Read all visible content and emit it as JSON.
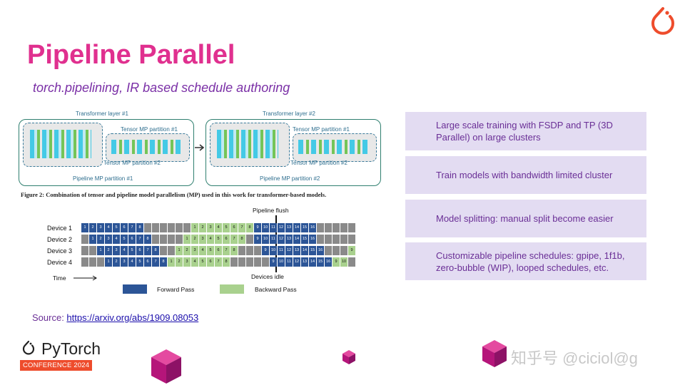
{
  "title": "Pipeline Parallel",
  "subtitle": "torch.pipelining, IR based schedule authoring",
  "bullets": [
    "Large scale training with FSDP and TP (3D Parallel) on large clusters",
    "Train models with bandwidth limited cluster",
    "Model splitting: manual split become easier",
    "Customizable pipeline schedules: gpipe, 1f1b, zero-bubble (WIP), looped schedules, etc."
  ],
  "source": {
    "label": "Source: ",
    "url_text": "https://arxiv.org/abs/1909.08053"
  },
  "figure": {
    "layer1_label": "Transformer layer #1",
    "layer2_label": "Transformer layer #2",
    "tensor_mp_1": "Tensor MP partition #1",
    "tensor_mp_2": "Tensor MP partition #2",
    "pipeline_mp_1": "Pipeline MP partition #1",
    "pipeline_mp_2": "Pipeline MP partition #2",
    "caption": "Figure 2: Combination of tensor and pipeline model parallelism (MP) used in this work for transformer-based models."
  },
  "schedule": {
    "pipeline_flush": "Pipeline flush",
    "devices_idle": "Devices idle",
    "time_label": "Time",
    "legend_forward": "Forward Pass",
    "legend_backward": "Backward Pass",
    "colors": {
      "forward": "#2c5597",
      "backward": "#a9d18e",
      "idle": "#8a8a8a"
    },
    "devices": [
      {
        "name": "Device 1",
        "cells": [
          "F1",
          "F2",
          "F3",
          "F4",
          "F5",
          "F6",
          "F7",
          "F8",
          "I",
          "I",
          "I",
          "I",
          "I",
          "I",
          "B1",
          "B2",
          "B3",
          "B4",
          "B5",
          "B6",
          "B7",
          "B8",
          "F9",
          "F10",
          "F11",
          "F12",
          "F13",
          "F14",
          "F15",
          "F16",
          "I",
          "I",
          "I",
          "I",
          "I"
        ]
      },
      {
        "name": "Device 2",
        "cells": [
          "I",
          "F1",
          "F2",
          "F3",
          "F4",
          "F5",
          "F6",
          "F7",
          "F8",
          "I",
          "I",
          "I",
          "I",
          "B1",
          "B2",
          "B3",
          "B4",
          "B5",
          "B6",
          "B7",
          "B8",
          "I",
          "F9",
          "F10",
          "F11",
          "F12",
          "F13",
          "F14",
          "F15",
          "F16",
          "I",
          "I",
          "I",
          "I",
          "I"
        ]
      },
      {
        "name": "Device 3",
        "cells": [
          "I",
          "I",
          "F1",
          "F2",
          "F3",
          "F4",
          "F5",
          "F6",
          "F7",
          "F8",
          "I",
          "I",
          "B1",
          "B2",
          "B3",
          "B4",
          "B5",
          "B6",
          "B7",
          "B8",
          "I",
          "I",
          "I",
          "F9",
          "F10",
          "F11",
          "F12",
          "F13",
          "F14",
          "F15",
          "F16",
          "I",
          "I",
          "I",
          "B9"
        ]
      },
      {
        "name": "Device 4",
        "cells": [
          "I",
          "I",
          "I",
          "F1",
          "F2",
          "F3",
          "F4",
          "F5",
          "F6",
          "F7",
          "F8",
          "B1",
          "B2",
          "B3",
          "B4",
          "B5",
          "B6",
          "B7",
          "B8",
          "I",
          "I",
          "I",
          "I",
          "I",
          "F9",
          "F10",
          "F11",
          "F12",
          "F13",
          "F14",
          "F15",
          "F16",
          "B9",
          "B10",
          "I"
        ]
      }
    ]
  },
  "footer": {
    "brand": "PyTorch",
    "badge": "CONFERENCE 2024",
    "watermark": "知乎号 @ciciol@g"
  }
}
